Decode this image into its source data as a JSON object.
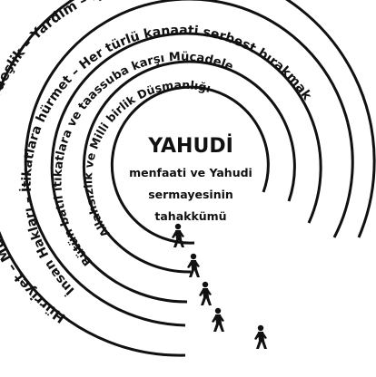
{
  "center": {
    "title": "YAHUDİ",
    "line1": "menfaati ve Yahudi",
    "line2": "sermayesinin",
    "line3": "tahakkümü"
  },
  "rings": [
    {
      "label": "Hürriyet – Müsavat – Adalet – Kardeşlik – Yardım – İyilik – Müsamaha"
    },
    {
      "label": "İnsan Hakları – İtikatlara hürmet – Her türlü kanaati serbest bırakmak"
    },
    {
      "label": "Bütün batıl itikatlara ve taassuba karşı Mücadele"
    },
    {
      "label": "Allahsızlık ve Milli birlik Düşmanlığı"
    }
  ],
  "walker_icon": "walking-person-icon"
}
